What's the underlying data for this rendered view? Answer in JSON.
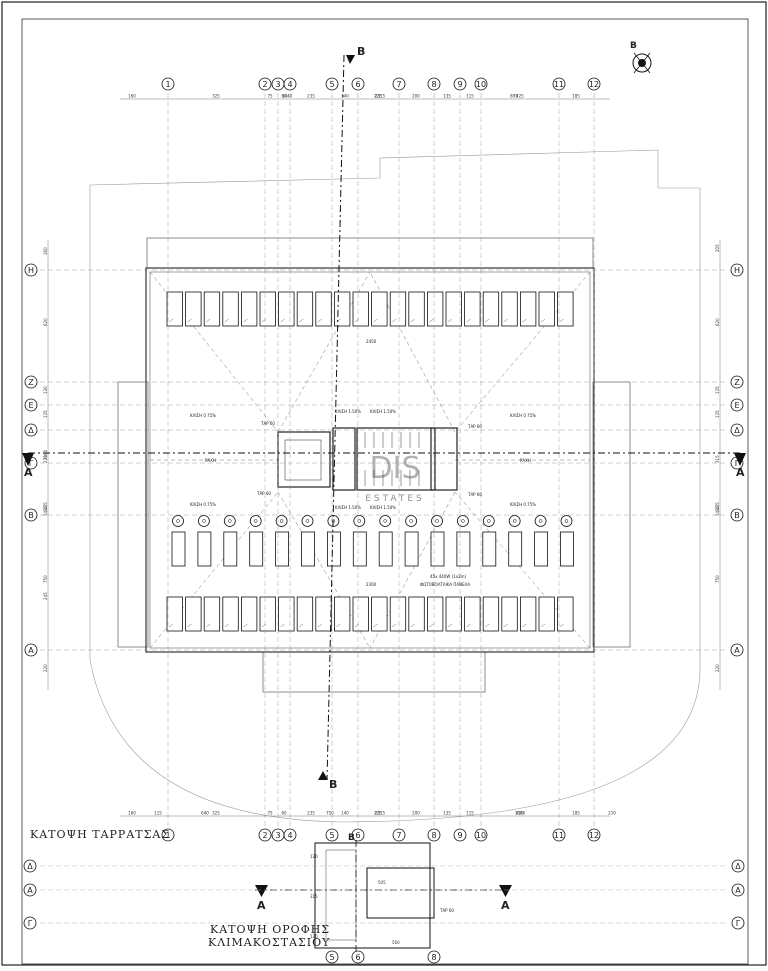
{
  "north_label": "B",
  "grid_columns": [
    "1",
    "2",
    "3",
    "4",
    "5",
    "6",
    "7",
    "8",
    "9",
    "10",
    "11",
    "12"
  ],
  "grid_rows_left": [
    "H",
    "Z",
    "E",
    "Δ",
    "Γ",
    "B",
    "A"
  ],
  "grid_rows_right": [
    "H",
    "Z",
    "E",
    "Δ",
    "Γ",
    "B",
    "A"
  ],
  "section_marks": {
    "vertical": "B",
    "horizontal": "A"
  },
  "dims_top": [
    "160",
    "325",
    "75",
    "60",
    "235",
    "140",
    "225",
    "200",
    "135",
    "115",
    "425",
    "185",
    "1040",
    "2315",
    "895"
  ],
  "dims_bottom": [
    "160",
    "640",
    "325",
    "75",
    "60",
    "235",
    "140",
    "750",
    "225",
    "200",
    "135",
    "115",
    "1040",
    "425",
    "185",
    "210",
    "2315",
    "115"
  ],
  "dims_left": [
    "160",
    "620",
    "130",
    "135",
    "2080",
    "273",
    "135",
    "1480",
    "750",
    "245",
    "220"
  ],
  "dims_right": [
    "205",
    "620",
    "135",
    "135",
    "315",
    "135",
    "1480",
    "750",
    "220"
  ],
  "roof_notes": {
    "slope_1": "ΚΛΙΣΗ 0.75%",
    "slope_2": "ΚΛΙΣΗ 1.50%",
    "ridge": "ΡΑΧΗ",
    "drain": "ΤΑΡ 60",
    "panels_count": "45x 440W (1x2m)",
    "panels_label": "ΦΩΤΟΒΟΛΤΑΙΚΑ ΠΑΝΕΛΑ",
    "dim_2450": "2450",
    "dim_2300": "2300"
  },
  "titles": {
    "terrace": "ΚΑΤΟΨΗ ΤΑΡΡΑΤΣΑΣ",
    "stair_roof_line1": "ΚΑΤΟΨΗ ΟΡΟΦΗΣ",
    "stair_roof_line2": "ΚΛΙΜΑΚΟΣΤΑΣΙΟΥ"
  },
  "stair_roof": {
    "columns": [
      "5",
      "6",
      "8"
    ],
    "rows_left": [
      "Δ",
      "A",
      "Γ"
    ],
    "rows_right": [
      "Δ",
      "A",
      "Γ"
    ],
    "dims": [
      "505",
      "560",
      "315",
      "120",
      "120"
    ],
    "note": "ΤΑΡ 60"
  },
  "watermark": {
    "line1": "DIS",
    "line2": "ESTATES"
  }
}
